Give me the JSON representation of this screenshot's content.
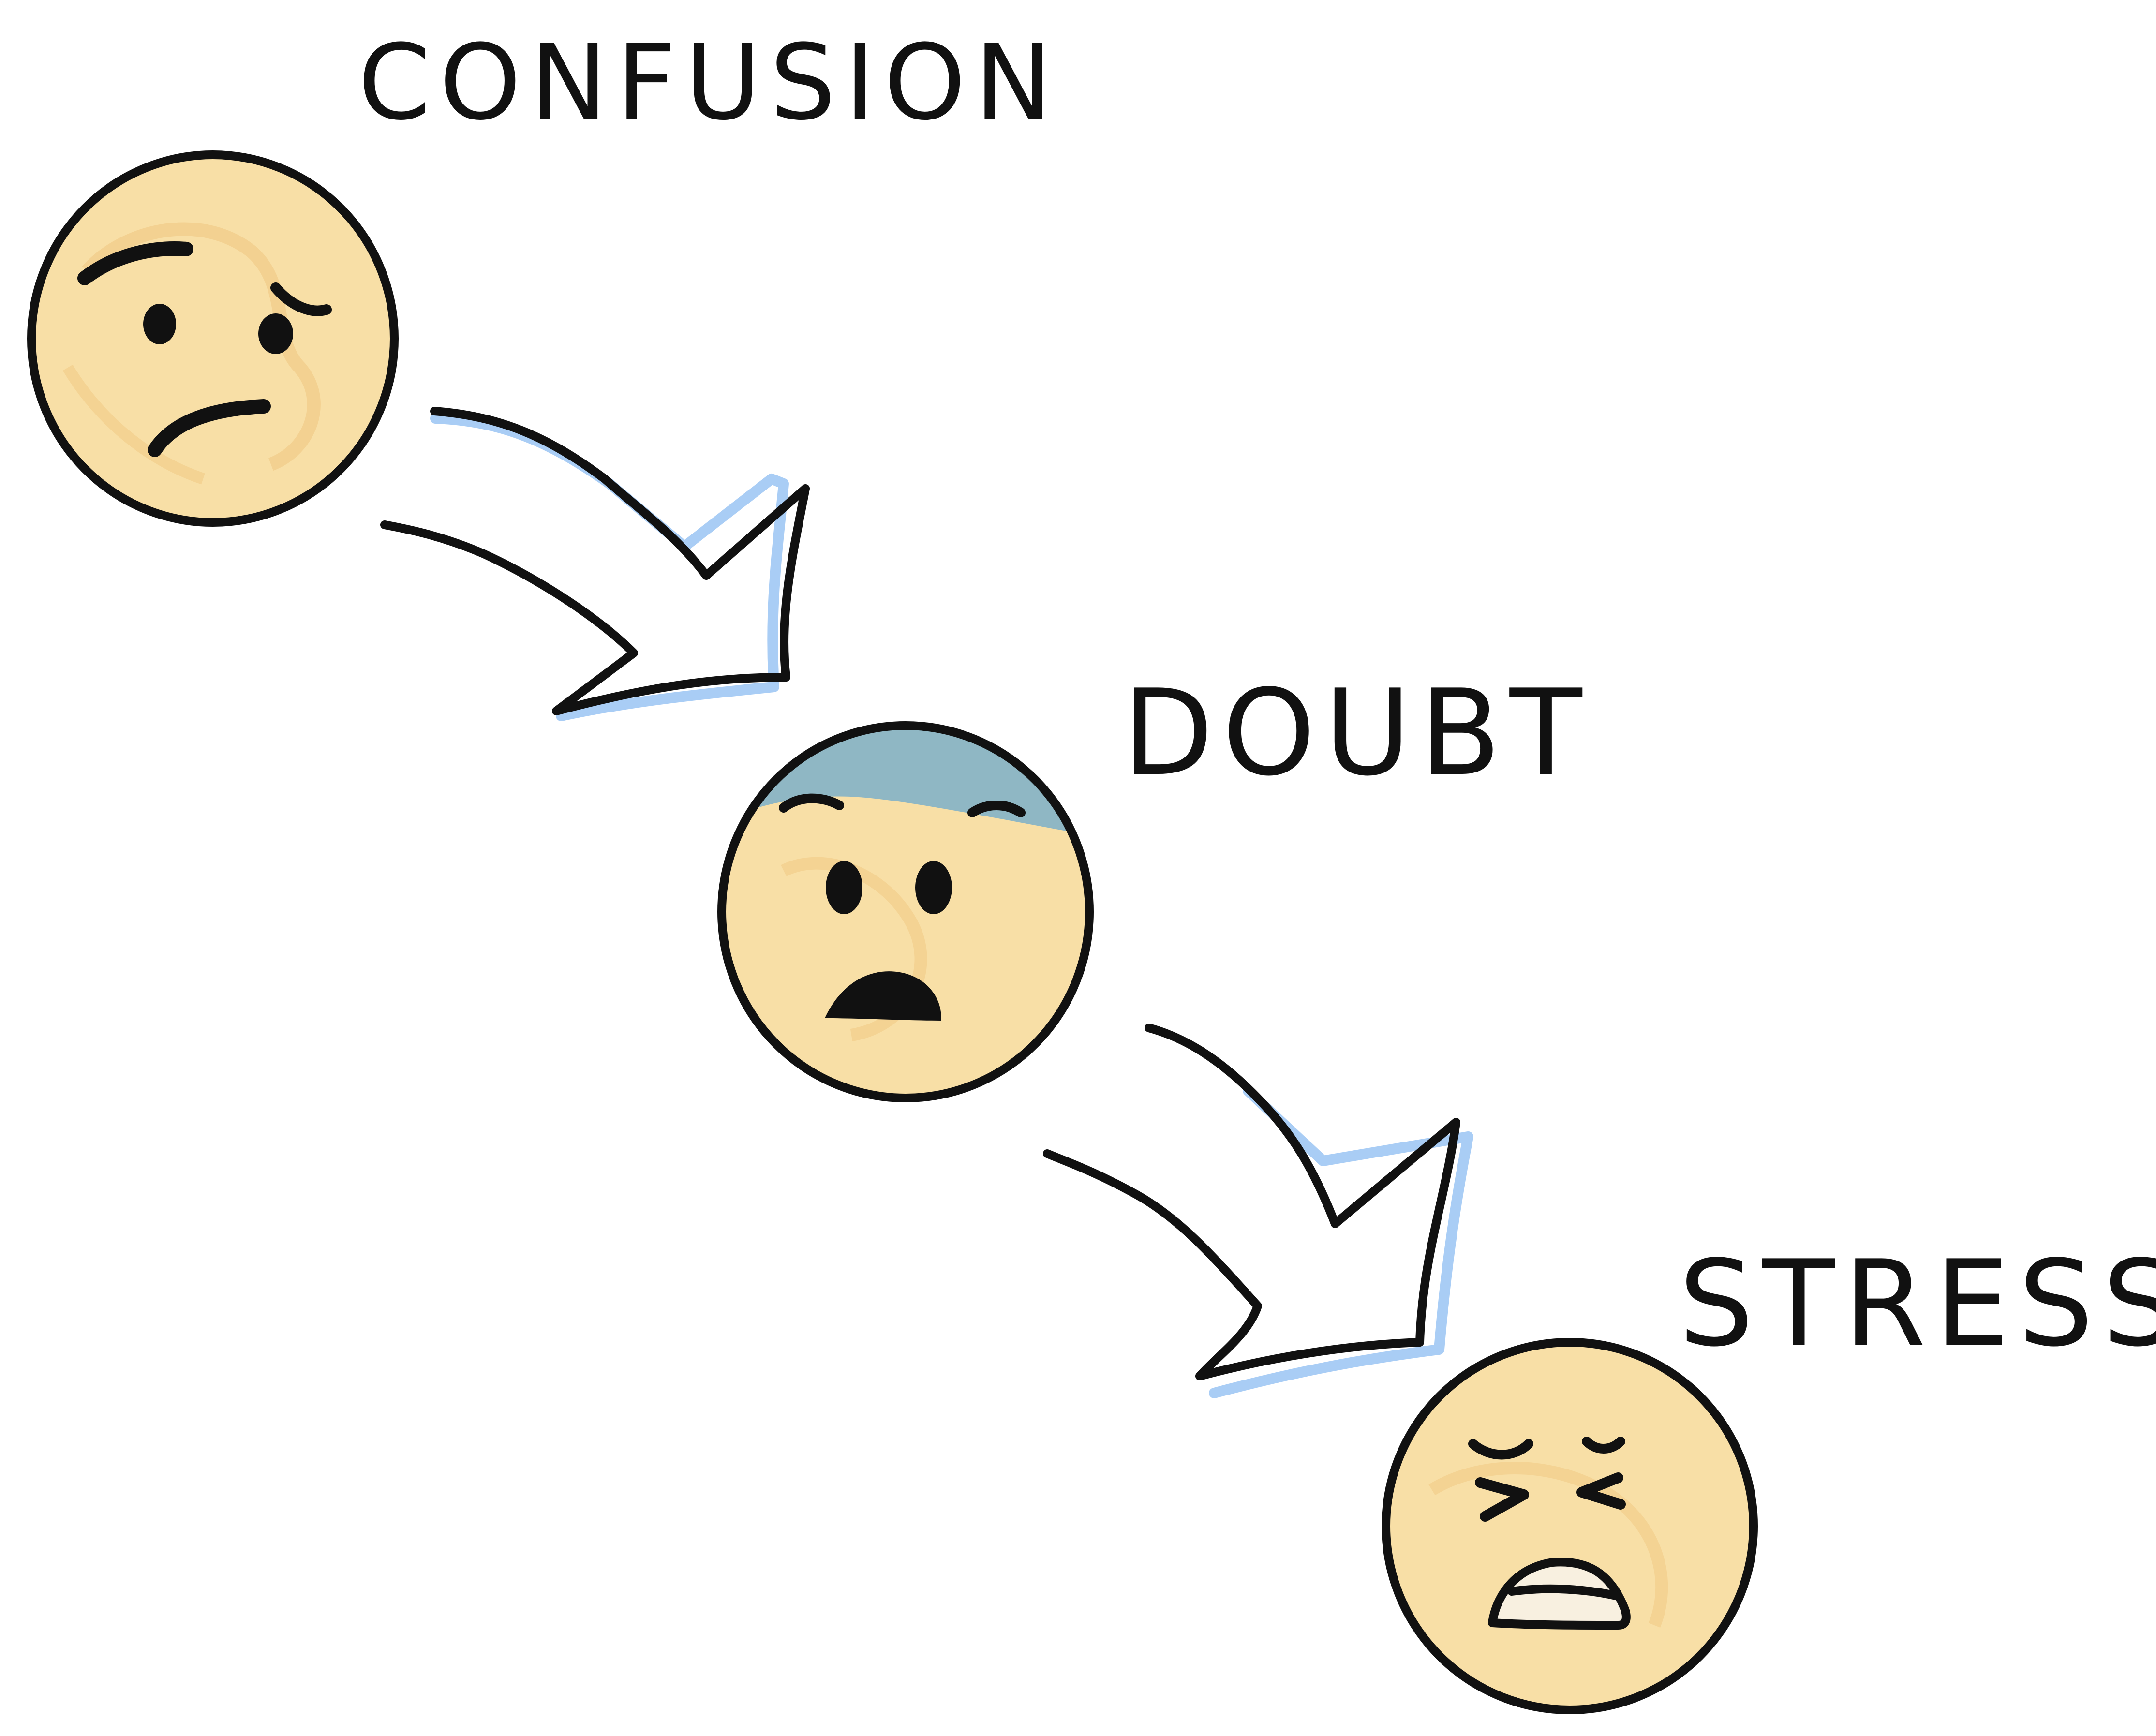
{
  "labels": {
    "confusion": "CONFUSION",
    "doubt": "DOUBT",
    "stress": "STRESS"
  },
  "faces": [
    {
      "name": "confusion-face",
      "expression": "worried"
    },
    {
      "name": "doubt-face",
      "expression": "shocked"
    },
    {
      "name": "stress-face",
      "expression": "squinting-grimace"
    }
  ],
  "colors": {
    "ink": "#111111",
    "face_fill": "#f8dfa6",
    "face_shade": "#f0c884",
    "sweat_band": "#8fb7c4",
    "arrow_shadow": "#a9cdf5",
    "background": "#ffffff"
  },
  "icons": {
    "arrow_1": "curved-arrow-down-right",
    "arrow_2": "curved-arrow-down-right"
  }
}
